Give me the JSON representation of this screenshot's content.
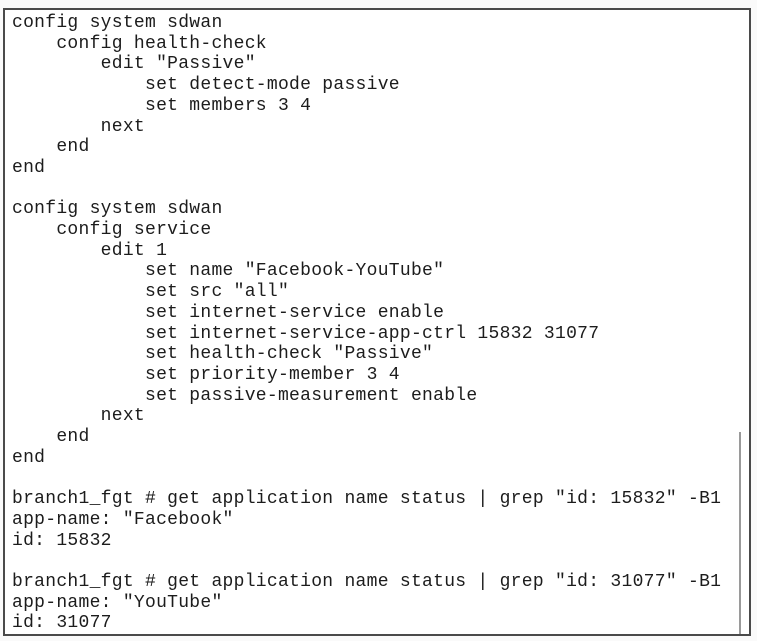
{
  "terminal": {
    "colors": {
      "background": "#ffffff",
      "border": "#4a4a4a",
      "text": "#1c1c1c",
      "scroll_line": "#9a9a9a"
    },
    "lines": [
      "config system sdwan",
      "    config health-check",
      "        edit \"Passive\"",
      "            set detect-mode passive",
      "            set members 3 4",
      "        next",
      "    end",
      "end",
      "",
      "config system sdwan",
      "    config service",
      "        edit 1",
      "            set name \"Facebook-YouTube\"",
      "            set src \"all\"",
      "            set internet-service enable",
      "            set internet-service-app-ctrl 15832 31077",
      "            set health-check \"Passive\"",
      "            set priority-member 3 4",
      "            set passive-measurement enable",
      "        next",
      "    end",
      "end",
      "",
      "branch1_fgt # get application name status | grep \"id: 15832\" -B1",
      "app-name: \"Facebook\"",
      "id: 15832",
      "",
      "branch1_fgt # get application name status | grep \"id: 31077\" -B1",
      "app-name: \"YouTube\"",
      "id: 31077"
    ]
  }
}
